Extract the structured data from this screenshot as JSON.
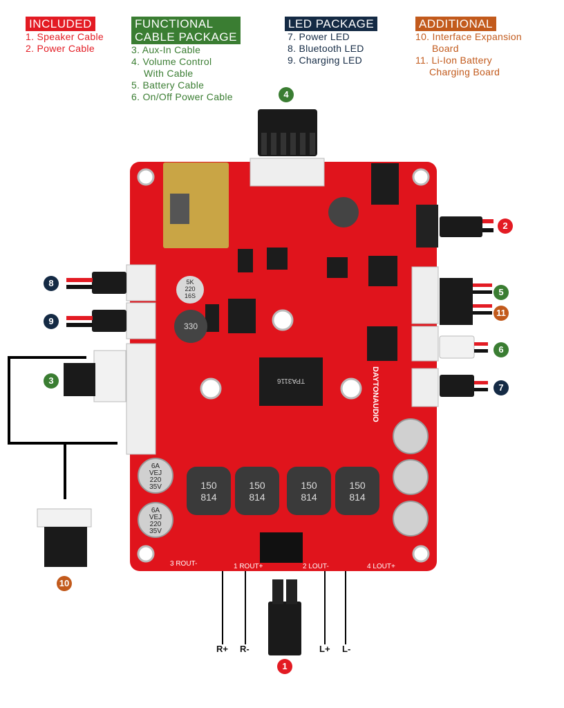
{
  "legend": {
    "included": {
      "header": "INCLUDED",
      "items": [
        "1. Speaker Cable",
        "2. Power Cable"
      ]
    },
    "functional": {
      "header_line1": "FUNCTIONAL",
      "header_line2": "CABLE PACKAGE",
      "items": [
        "3. Aux-In Cable",
        "4. Volume Control",
        "With Cable",
        "5. Battery Cable",
        "6. On/Off Power Cable"
      ]
    },
    "led": {
      "header": "LED PACKAGE",
      "items": [
        "7. Power LED",
        "8. Bluetooth LED",
        "9. Charging LED"
      ]
    },
    "additional": {
      "header": "ADDITIONAL",
      "items": [
        "10. Interface Expansion",
        "Board",
        "11. Li-Ion Battery",
        "Charging Board"
      ]
    }
  },
  "badges": {
    "b1": "1",
    "b2": "2",
    "b3": "3",
    "b4": "4",
    "b5": "5",
    "b6": "6",
    "b7": "7",
    "b8": "8",
    "b9": "9",
    "b10": "10",
    "b11": "11"
  },
  "pins": {
    "r_plus": "R+",
    "r_minus": "R-",
    "l_plus": "L+",
    "l_minus": "L-"
  },
  "board": {
    "chip_label": "TPA3116",
    "brand": "DAYTONAUDIO",
    "inductor_label_top": "150",
    "inductor_label_bottom": "814",
    "cap_lines": [
      "6A",
      "VEJ",
      "220",
      "35V"
    ],
    "small_cap_lines": [
      "5K",
      "220",
      "16S"
    ],
    "inductor_small": "330",
    "out_labels": [
      "3 ROUT-",
      "1 ROUT+",
      "2 LOUT-",
      "4 LOUT+"
    ]
  },
  "colors": {
    "included": "#e31b23",
    "functional": "#3a7d32",
    "led": "#142a44",
    "additional": "#c25a1c",
    "board": "#e0141c"
  }
}
